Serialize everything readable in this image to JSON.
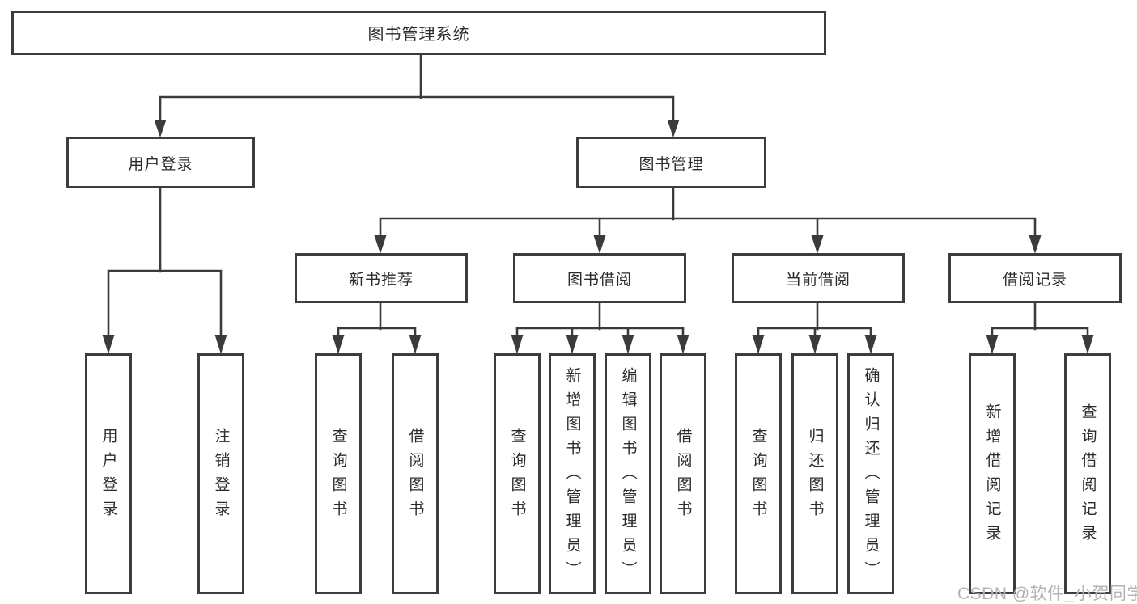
{
  "diagram": {
    "title": "图书管理系统",
    "level2": {
      "user_login": "用户登录",
      "book_mgmt": "图书管理"
    },
    "level3": {
      "new_book_rec": "新书推荐",
      "book_borrow": "图书借阅",
      "current_borrow": "当前借阅",
      "borrow_records": "借阅记录"
    },
    "leaves": {
      "user_login": "用户登录",
      "logout": "注销登录",
      "rec_query_books": "查询图书",
      "rec_borrow_books": "借阅图书",
      "bb_query_books": "查询图书",
      "bb_add_books": "新增图书（管理员）",
      "bb_edit_books": "编辑图书（管理员）",
      "bb_borrow_books": "借阅图书",
      "cb_query_books": "查询图书",
      "cb_return_books": "归还图书",
      "cb_confirm_return": "确认归还（管理员）",
      "br_add_record": "新增借阅记录",
      "br_query_record": "查询借阅记录"
    }
  },
  "watermark": "CSDN @软件_小贺同学",
  "colors": {
    "line": "#3b3b3b",
    "border": "#3d3d3d",
    "text": "#2b2b2b",
    "watermark": "#b3b3b3",
    "background": "#ffffff"
  }
}
